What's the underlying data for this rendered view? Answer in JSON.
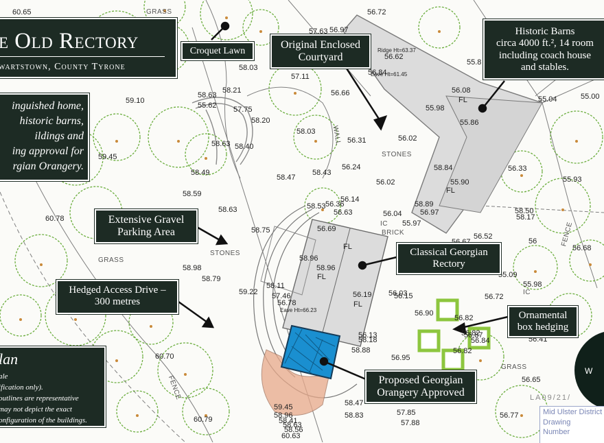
{
  "title": {
    "main": "e Old Rectory",
    "sub": "wartstown, County Tyrone"
  },
  "description": [
    "inguished home,",
    "historic barns,",
    "ildings and",
    "ing approval for",
    "rgian Orangery."
  ],
  "plan": {
    "title": "lan",
    "lines": [
      "ale",
      "ification only).",
      "outlines are representative",
      "may not depict the exact",
      "onfiguration of the buildings."
    ]
  },
  "labels": {
    "croquet": "Croquet Lawn",
    "courtyard": [
      "Original Enclosed",
      "Courtyard"
    ],
    "barns": [
      "Historic Barns",
      "circa 4000 ft.², 14 room",
      "including coach house",
      "and stables."
    ],
    "gravel": [
      "Extensive Gravel",
      "Parking Area"
    ],
    "rectory": [
      "Classical Georgian",
      "Rectory"
    ],
    "drive": [
      "Hedged Access Drive –",
      "300 metres"
    ],
    "hedging": [
      "Ornamental",
      "box hedging"
    ],
    "orangery": [
      "Proposed Georgian",
      "Orangery Approved"
    ]
  },
  "map_text": {
    "grass_1": "GRASS",
    "grass_2": "GRASS",
    "grass_3": "GRASS",
    "stones_1": "STONES",
    "stones_2": "STONES",
    "brick": "BRICK",
    "ic_1": "IC",
    "ic_2": "IC",
    "wall": "WALL",
    "fence_1": "FENCE",
    "fence_2": "FENCE",
    "ridge": "Ridge Ht=63.37",
    "eave": "Eave Ht=61.45",
    "eave2": "Eave Ht=66.23",
    "fl": "FL",
    "compass_w": "W"
  },
  "spot_heights": [
    "60.65",
    "56.72",
    "57.63",
    "56.97",
    "56.62",
    "56.84",
    "58.03",
    "57.11",
    "56.66",
    "58.63",
    "58.21",
    "55.62",
    "59.10",
    "57.75",
    "58.20",
    "58.03",
    "56.31",
    "58.63",
    "58.40",
    "59.45",
    "56.02",
    "58.49",
    "56.24",
    "58.43",
    "58.47",
    "56.02",
    "58.59",
    "56.14",
    "60.78",
    "58.53",
    "56.36",
    "56.63",
    "56.04",
    "55.97",
    "58.63",
    "58.75",
    "56.69",
    "58.96",
    "58.96",
    "58.98",
    "58.79",
    "58.11",
    "57.46",
    "56.78",
    "56.19",
    "59.22",
    "56.03",
    "56.15",
    "56.90",
    "56.82",
    "56.13",
    "58.18",
    "56.95",
    "60.70",
    "59.45",
    "58.96",
    "58.41",
    "58.63",
    "58.56",
    "60.63",
    "58.47",
    "58.83",
    "57.85",
    "57.88",
    "60.79",
    "55.8",
    "56.08",
    "55.98",
    "55.86",
    "55.04",
    "55.00",
    "58.84",
    "55.90",
    "56.33",
    "55.93",
    "58.89",
    "56.97",
    "58.50",
    "58.17",
    "56.52",
    "56.67",
    "56",
    "56.68",
    "55.09",
    "55.98",
    "56.72",
    "56.82",
    "56.87",
    "56.84",
    "56.82",
    "56.41",
    "56.65",
    "56.77",
    "58.88"
  ],
  "drawing_ref": "LA09/21/",
  "council": {
    "line1": "Mid Ulster District",
    "line2": "Drawing",
    "line3": "Number"
  },
  "colors": {
    "label_bg": "#1d2b24",
    "building": "#d8d8d8",
    "orangery": "#1a8fd0",
    "hedge": "#8dc63f",
    "tree": "#6cae3f",
    "terrace": "#e8a98a"
  }
}
